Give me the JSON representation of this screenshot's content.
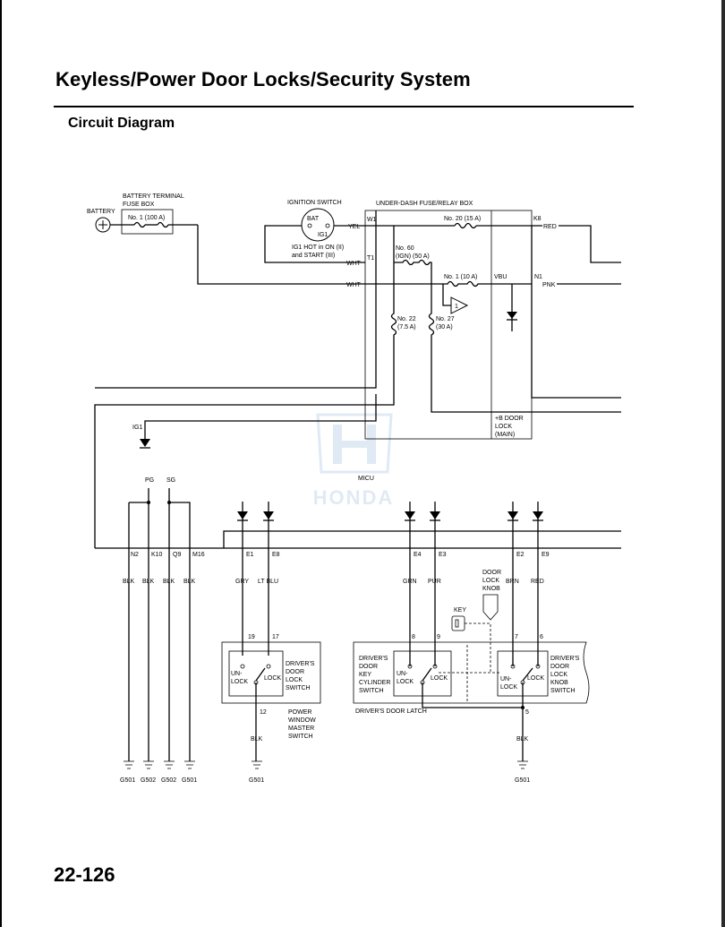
{
  "header": {
    "title": "Keyless/Power Door Locks/Security System",
    "page_number": "22-126"
  },
  "section": {
    "title": "Circuit Diagram"
  },
  "watermark": "HONDA",
  "battery": {
    "label": "BATTERY",
    "box_title_1": "BATTERY TERMINAL",
    "box_title_2": "FUSE BOX",
    "fuse": "No. 1 (100 A)"
  },
  "ignition": {
    "title": "IGNITION SWITCH",
    "bat": "BAT",
    "ig1": "IG1",
    "note_1": "IG1 HOT in ON (II)",
    "note_2": "and START (III)"
  },
  "fuse_box": {
    "title": "UNDER-DASH FUSE/RELAY BOX",
    "fuse_no20": "No. 20 (15 A)",
    "fuse_no60_1": "No. 60",
    "fuse_no60_2": "(IGN) (50 A)",
    "fuse_no1": "No. 1 (10 A)",
    "fuse_no22_1": "No. 22",
    "fuse_no22_2": "(7.5 A)",
    "fuse_no27_1": "No. 27",
    "fuse_no27_2": "(30 A)",
    "relay_num": "1",
    "b_door_1": "+B DOOR",
    "b_door_2": "LOCK",
    "b_door_3": "(MAIN)"
  },
  "wires": {
    "yel": "YEL",
    "wht": "WHT",
    "red": "RED",
    "pnk": "PNK",
    "blk": "BLK",
    "gry": "GRY",
    "ltblu": "LT BLU",
    "grn": "GRN",
    "pur": "PUR",
    "brn": "BRN"
  },
  "terminals": {
    "w1": "W1",
    "t1": "T1",
    "k8": "K8",
    "vbu": "VBU",
    "n1": "N1",
    "ig1": "IG1",
    "pg": "PG",
    "sg": "SG",
    "n2": "N2",
    "k10": "K10",
    "q9": "Q9",
    "m16": "M16",
    "e1": "E1",
    "e8": "E8",
    "e4": "E4",
    "e3": "E3",
    "e2": "E2",
    "e9": "E9"
  },
  "micu": "MICU",
  "pins": {
    "p19": "19",
    "p17": "17",
    "p12": "12",
    "p8": "8",
    "p9": "9",
    "p7": "7",
    "p6": "6",
    "p5": "5"
  },
  "switch_words": {
    "un": "UN-",
    "lock": "LOCK"
  },
  "components": {
    "drivers_door_lock_switch": [
      "DRIVER'S",
      "DOOR",
      "LOCK",
      "SWITCH"
    ],
    "power_window_master_switch": [
      "POWER",
      "WINDOW",
      "MASTER",
      "SWITCH"
    ],
    "key_cylinder_switch": [
      "DRIVER'S",
      "DOOR",
      "KEY",
      "CYLINDER",
      "SWITCH"
    ],
    "lock_knob_switch": [
      "DRIVER'S",
      "DOOR",
      "LOCK",
      "KNOB",
      "SWITCH"
    ],
    "door_lock_knob": [
      "DOOR",
      "LOCK",
      "KNOB"
    ],
    "key": "KEY",
    "door_latch": "DRIVER'S DOOR LATCH"
  },
  "grounds": {
    "g1": "G501",
    "g2": "G502",
    "g3": "G502",
    "g4": "G501",
    "g5": "G501",
    "g6": "G501"
  }
}
